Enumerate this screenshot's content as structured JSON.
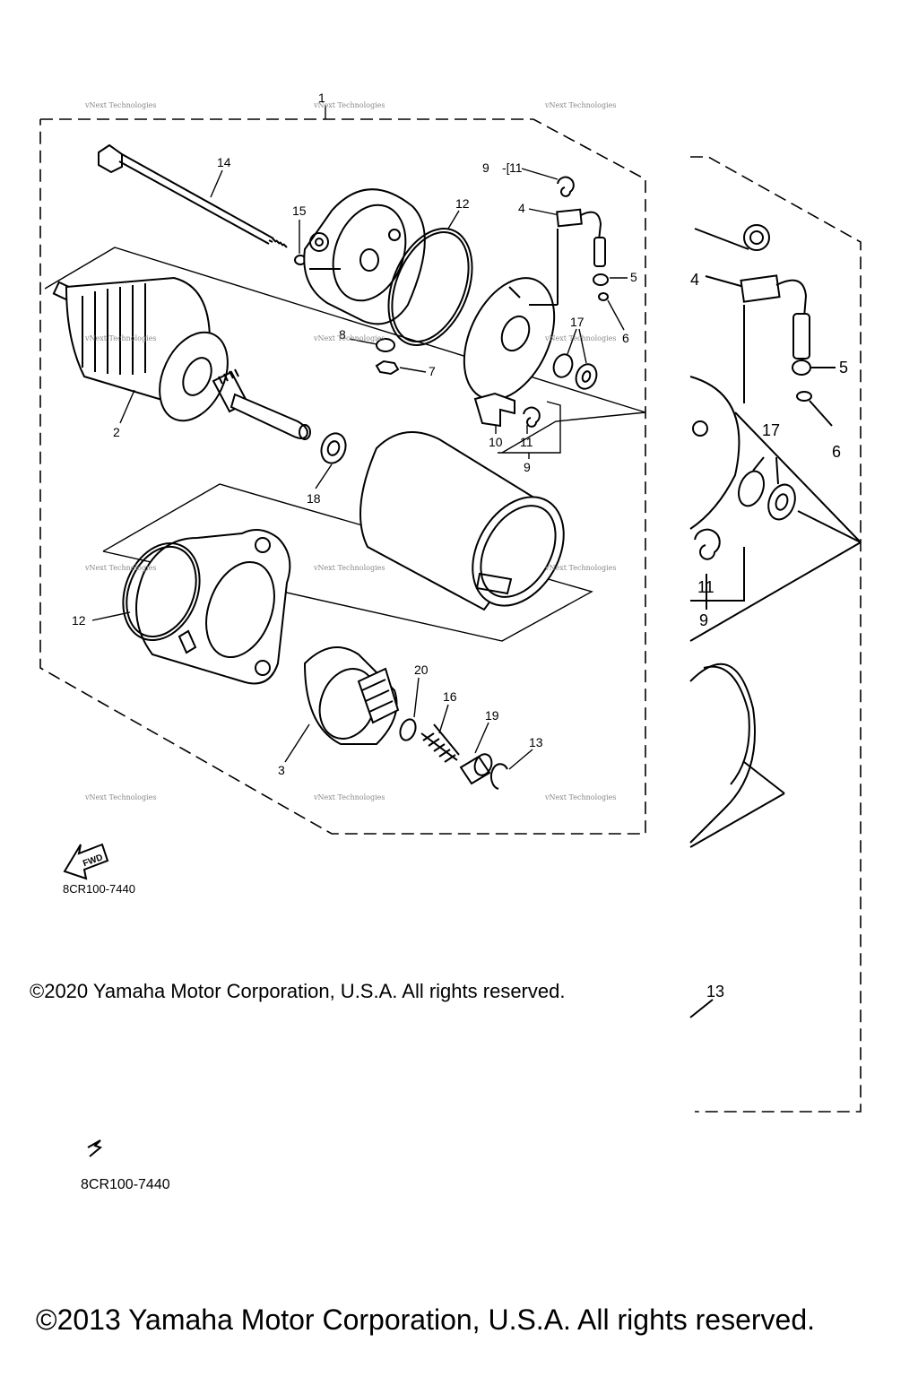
{
  "diagram": {
    "callouts": {
      "c1": "1",
      "c14": "14",
      "c15": "15",
      "c12a": "12",
      "c9a": "9",
      "c11a": "11",
      "c4": "4",
      "c5": "5",
      "c6": "6",
      "c8": "8",
      "c7": "7",
      "c17": "17",
      "c2": "2",
      "c10": "10",
      "c11b": "11",
      "c9b": "9",
      "c18": "18",
      "c12b": "12",
      "c20": "20",
      "c16": "16",
      "c19": "19",
      "c13": "13",
      "c3": "3"
    },
    "zoom_callouts": {
      "z4": "4",
      "z5": "5",
      "z6": "6",
      "z17": "17",
      "z11": "11",
      "z9": "9",
      "z13": "13"
    },
    "fwd_label": "FWD",
    "part_code": "8CR100-7440",
    "part_code_lower": "8CR100-7440",
    "watermark": "vNext Technologies",
    "copyright_2020": "©2020 Yamaha Motor Corporation, U.S.A. All rights reserved.",
    "copyright_2013": "©2013 Yamaha Motor Corporation, U.S.A. All rights reserved."
  }
}
